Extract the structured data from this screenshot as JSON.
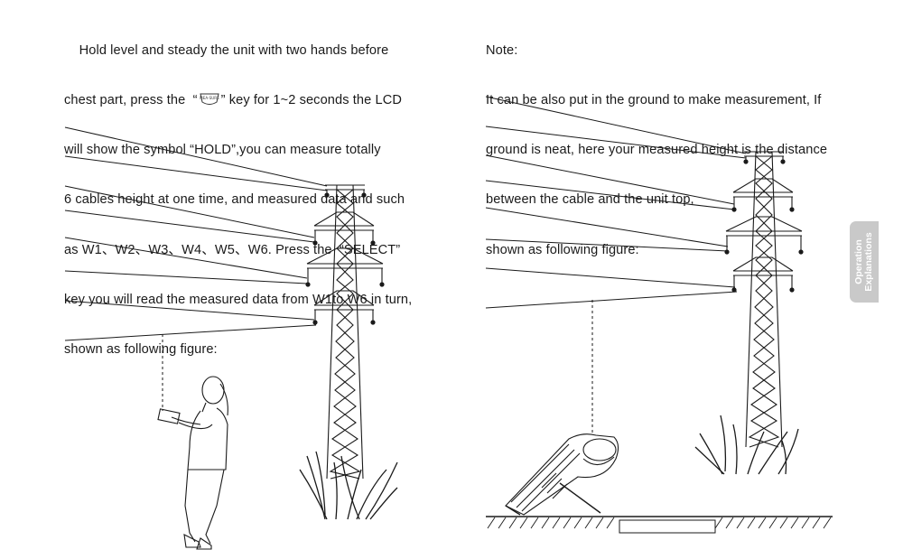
{
  "left_column": {
    "lines": [
      "    Hold level and steady the unit with two hands before",
      "chest part, press the  “",
      "” key for 1~2 seconds the LCD",
      "will show the symbol “HOLD”,you can measure totally",
      "6 cables height at one time, and measured data and such",
      "as W1、W2、W3、W4、W5、W6. Press the  “SELECT”",
      "key you will read the measured data from W1to W6 in turn,",
      "shown as following figure:"
    ],
    "key_icon_label": "MEA-SURE"
  },
  "right_column": {
    "lines": [
      "Note:",
      "It can be also put in the ground to make measurement, If",
      "ground is neat, here your measured height is the distance",
      "between the cable and the unit top,",
      "shown as following figure:"
    ]
  },
  "side_tab": {
    "line1": "Operation",
    "line2": "Explanations"
  },
  "colors": {
    "ink": "#1a1a1a",
    "tab": "#c9c9c9"
  }
}
